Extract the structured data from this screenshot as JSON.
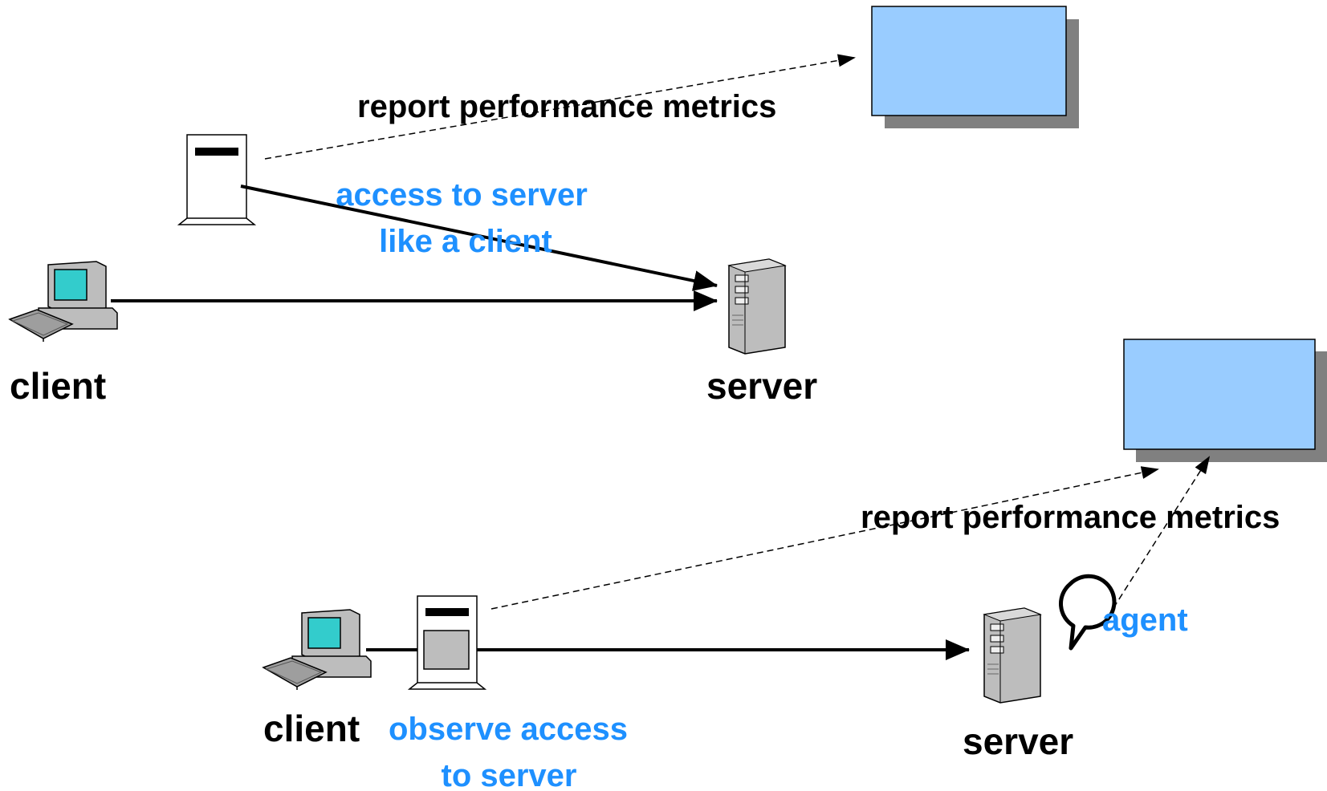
{
  "top": {
    "report_label": "report performance metrics",
    "access_label_line1": "access to server",
    "access_label_line2": "like a client",
    "client_label": "client",
    "server_label": "server"
  },
  "bottom": {
    "report_label": "report performance metrics",
    "client_label": "client",
    "observe_label_line1": "observe access",
    "observe_label_line2": "to server",
    "agent_label": "agent",
    "server_label": "server"
  },
  "colors": {
    "box_fill": "#99CCFF",
    "box_shadow": "#808080",
    "accent_text": "#1E90FF",
    "monitor_screen": "#33CCCC"
  },
  "icons": [
    "desktop-computer-icon",
    "tower-server-icon",
    "probe-device-icon",
    "speech-bubble-icon"
  ]
}
